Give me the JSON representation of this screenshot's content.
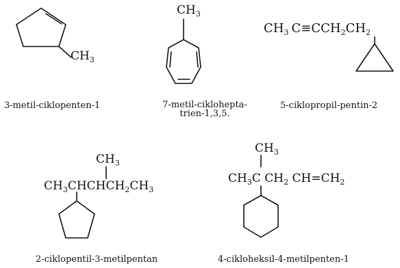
{
  "compounds": [
    {
      "name": "3-metil-ciklopenten-1",
      "formula_text": {
        "ch3": "CH",
        "ch3_sub": "3"
      }
    },
    {
      "name_line1": "7-metil-ciklohepta-",
      "name_line2": "trien-1,3,5.",
      "formula_text": {
        "ch3": "CH",
        "ch3_sub": "3"
      }
    },
    {
      "name": "5-ciklopropil-pentin-2",
      "formula_text": {
        "ch3": "CH",
        "ch3_sub": "3",
        "triple": "C≡C",
        "ch2a": "CH",
        "ch2a_sub": "2",
        "ch2b": "CH",
        "ch2b_sub": "2"
      }
    },
    {
      "name": "2-ciklopentil-3-metilpentan",
      "formula_text": {
        "top_ch3": "CH",
        "top_ch3_sub": "3",
        "main_a": "CH",
        "main_a_sub": "3",
        "main_b": "CHCHCH",
        "main_c_sub": "2",
        "main_d": "CH",
        "main_d_sub": "3"
      }
    },
    {
      "name": "4-cikloheksil-4-metilpenten-1",
      "formula_text": {
        "top_ch3": "CH",
        "top_ch3_sub": "3",
        "main_a": "CH",
        "main_a_sub": "3",
        "main_b": "C CH",
        "main_b_sub": "2",
        "main_c": " CH=CH",
        "main_c_sub": "2"
      }
    }
  ],
  "colors": {
    "ink": "#111111",
    "background": "#ffffff"
  }
}
